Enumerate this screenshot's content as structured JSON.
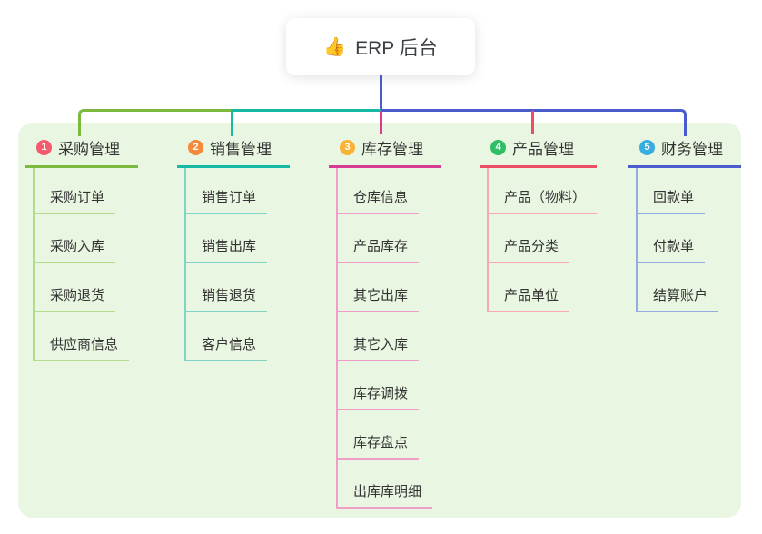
{
  "root": {
    "icon": "👍",
    "title": "ERP 后台"
  },
  "branches": [
    {
      "num": "1",
      "label": "采购管理",
      "colors": {
        "badge": "#f4596e",
        "line": "#7cba3f",
        "child_line": "#b4da8c"
      },
      "children": [
        "采购订单",
        "采购入库",
        "采购退货",
        "供应商信息"
      ]
    },
    {
      "num": "2",
      "label": "销售管理",
      "colors": {
        "badge": "#f58a3c",
        "line": "#17b9a5",
        "child_line": "#7fd4c6"
      },
      "children": [
        "销售订单",
        "销售出库",
        "销售退货",
        "客户信息"
      ]
    },
    {
      "num": "3",
      "label": "库存管理",
      "colors": {
        "badge": "#f9b233",
        "line": "#d83b92",
        "child_line": "#f09dc8"
      },
      "children": [
        "仓库信息",
        "产品库存",
        "其它出库",
        "其它入库",
        "库存调拨",
        "库存盘点",
        "出库库明细"
      ]
    },
    {
      "num": "4",
      "label": "产品管理",
      "colors": {
        "badge": "#2fbd66",
        "line": "#ee4e63",
        "child_line": "#f9a8ae"
      },
      "children": [
        "产品（物料）",
        "产品分类",
        "产品单位"
      ]
    },
    {
      "num": "5",
      "label": "财务管理",
      "colors": {
        "badge": "#38ade0",
        "line": "#4a5bcd",
        "child_line": "#93abdf"
      },
      "children": [
        "回款单",
        "付款单",
        "结算账户"
      ]
    }
  ],
  "colors": {
    "panel_bg": "#e9f6e1",
    "green": "#7cba3f",
    "teal": "#17b9a5",
    "magenta": "#d83b92",
    "red": "#ee4e63",
    "blue": "#4a5bcd"
  }
}
